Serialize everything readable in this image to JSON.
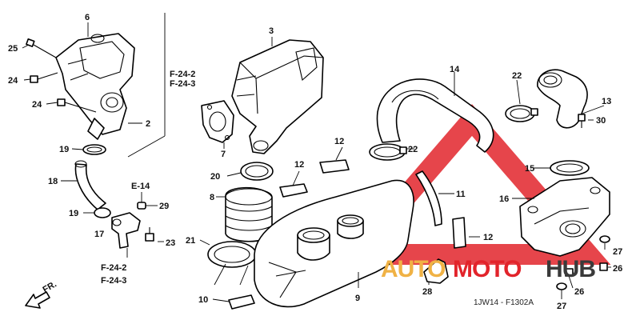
{
  "diagram": {
    "drawing_code": "1JW14 - F1302A",
    "front_indicator": "FR.",
    "watermark": {
      "part1": "AUTO",
      "part2": "MOTO",
      "part3": "HUB",
      "color_orange": "#f0b245",
      "color_red": "#e2242b",
      "color_dark": "#3a3a3a"
    },
    "labels": {
      "p2": "2",
      "p3": "3",
      "p6": "6",
      "p7": "7",
      "p8": "8",
      "p9": "9",
      "p10": "10",
      "p11": "11",
      "p12a": "12",
      "p12b": "12",
      "p12c": "12",
      "p13": "13",
      "p14": "14",
      "p15": "15",
      "p16": "16",
      "p17": "17",
      "p18": "18",
      "p19a": "19",
      "p19b": "19",
      "p20": "20",
      "p21": "21",
      "p22a": "22",
      "p22b": "22",
      "p23": "23",
      "p24a": "24",
      "p24b": "24",
      "p25": "25",
      "p26a": "26",
      "p26b": "26",
      "p27a": "27",
      "p27b": "27",
      "p28": "28",
      "p29": "29",
      "p30": "30"
    },
    "refs": {
      "top_a": "F-24-2",
      "top_b": "F-24-3",
      "bot_a": "F-24-2",
      "bot_b": "F-24-3",
      "e14": "E-14"
    }
  }
}
